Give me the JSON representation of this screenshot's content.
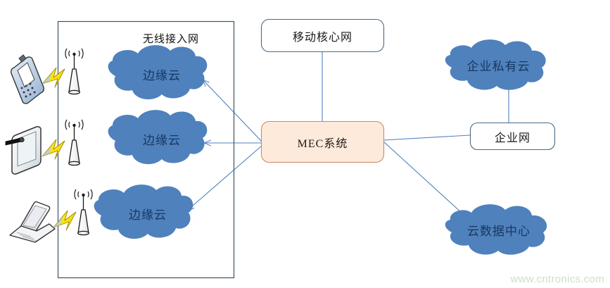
{
  "diagram": {
    "title_watermark": "www.cntronics.com",
    "ran_group": {
      "label": "无线接入网"
    },
    "edge_clouds": [
      {
        "label": "边缘云"
      },
      {
        "label": "边缘云"
      },
      {
        "label": "边缘云"
      }
    ],
    "core_box": {
      "label": "移动核心网"
    },
    "mec_box": {
      "label": "MEC系统"
    },
    "enterprise_cloud": {
      "label": "企业私有云"
    },
    "enterprise_network": {
      "label": "企业网"
    },
    "data_center_cloud": {
      "label": "云数据中心"
    },
    "devices": [
      {
        "icon": "mobile-phone-icon",
        "signal": "lightning-bolt-icon",
        "tower": "antenna-tower-icon"
      },
      {
        "icon": "tablet-icon",
        "signal": "lightning-bolt-icon",
        "tower": "antenna-tower-icon"
      },
      {
        "icon": "laptop-icon",
        "signal": "lightning-bolt-icon",
        "tower": "antenna-tower-icon"
      }
    ],
    "colors": {
      "cloud_fill": "#4F81BD",
      "cloud_fill_light": "#5B8FD4",
      "mec_fill": "#FDEADB",
      "box_stroke": "#4A6A84",
      "line_stroke": "#4F81BD",
      "group_stroke": "#3A5566",
      "bolt_fill": "#FFE400",
      "watermark_color": "#cfe0c0"
    }
  }
}
